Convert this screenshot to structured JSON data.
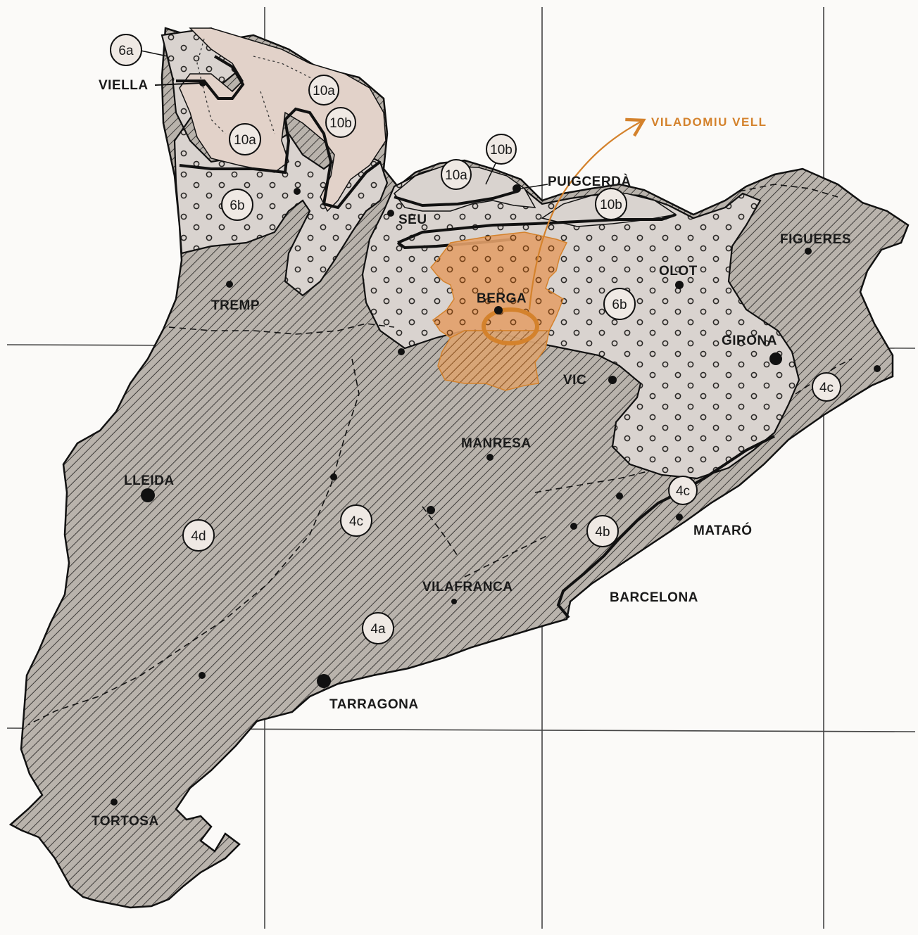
{
  "colors": {
    "paper": "#fbfaf8",
    "region_fill": "#b9b3ac",
    "hatch_line": "#3c3a38",
    "mountain_fill": "#d9d3cf",
    "high_fill": "#e2d2c9",
    "orange": "#d4822c",
    "ink": "#1a1a1a"
  },
  "cities": {
    "viella": "VIELLA",
    "puigcerda": "PUIGCERDÀ",
    "seu": "SEU",
    "figueres": "FIGUERES",
    "olot": "OLOT",
    "tremp": "TREMP",
    "berga": "BERGA",
    "girona": "GIRONA",
    "vic": "VIC",
    "manresa": "MANRESA",
    "lleida": "LLEIDA",
    "mataro": "MATARÓ",
    "vilafranca": "VILAFRANCA",
    "barcelona": "BARCELONA",
    "tarragona": "TARRAGONA",
    "tortosa": "TORTOSA"
  },
  "zones": {
    "z6a": "6a",
    "z10a_1": "10a",
    "z10b_1": "10b",
    "z10a_2": "10a",
    "z10b_2": "10b",
    "z10a_3": "10a",
    "z10b_3": "10b",
    "z6b_west": "6b",
    "z6b_east": "6b",
    "z4c_ne": "4c",
    "z4c_coast": "4c",
    "z4c_center": "4c",
    "z4b": "4b",
    "z4d": "4d",
    "z4a": "4a"
  },
  "annotation": {
    "label": "VILADOMIU VELL"
  }
}
